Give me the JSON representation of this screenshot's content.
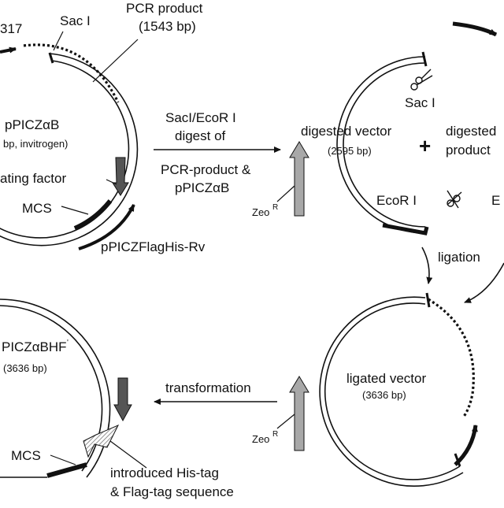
{
  "colors": {
    "ink": "#111111",
    "grey_arrow": "#a8a8a8",
    "dark_grey_arrow": "#555555",
    "hatched": "#d9d9d9"
  },
  "panel_top_left": {
    "primer_left": "317",
    "sac_label": "Sac I",
    "pcr_title": "PCR product",
    "pcr_size": "(1543 bp)",
    "vector_name": "pPICZαB",
    "vector_sub": "bp, invitrogen)",
    "mating_factor": "ating factor",
    "mcs": "MCS",
    "primer_rev": "pPICZFlagHis-Rv"
  },
  "arrow_digest": {
    "line1": "SacI/EcoR I",
    "line2": "digest of",
    "line3": "PCR-product &",
    "line4": "pPICZαB"
  },
  "panel_top_right": {
    "sac_label": "Sac I",
    "vector_name": "digested vector",
    "vector_size": "(2595 bp)",
    "plus": "+",
    "product_line1": "digested",
    "product_line2": "product",
    "zeo": "Zeo",
    "zeo_sup": "R",
    "ecor_label": "EcoR I",
    "edge_letter": "E",
    "scissors_icon": "scissors-icon"
  },
  "arrow_ligation": {
    "label": "ligation"
  },
  "panel_bottom_right": {
    "vector_name": "ligated vector",
    "vector_size": "(3636 bp)",
    "zeo": "Zeo",
    "zeo_sup": "R"
  },
  "arrow_transformation": {
    "label": "transformation"
  },
  "panel_bottom_left": {
    "vector_name": "PICZαBHF",
    "vector_prime": "'",
    "vector_size": "(3636 bp)",
    "mcs": "MCS",
    "introduced_line1": "introduced His-tag",
    "introduced_line2": "& Flag-tag sequence"
  }
}
